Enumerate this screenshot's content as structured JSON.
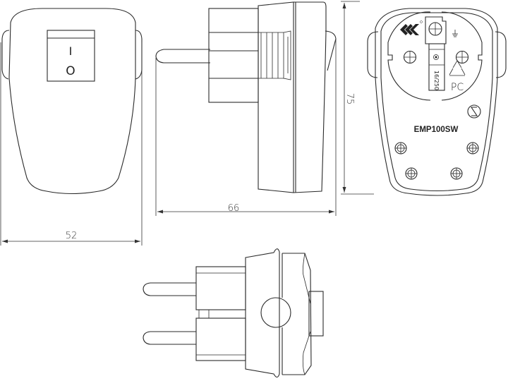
{
  "drawing": {
    "type": "technical drawing - plug with switch",
    "model_label": "EMP100SW",
    "material_label": "PC",
    "switch_symbols": {
      "on": "I",
      "off": "O"
    },
    "mark_symbol": "S",
    "dimensions": {
      "width": "52",
      "depth": "66",
      "height": "75"
    },
    "views": [
      {
        "name": "front-view",
        "description": "switch side"
      },
      {
        "name": "side-view",
        "description": "profile with pin"
      },
      {
        "name": "rear-view",
        "description": "socket face"
      },
      {
        "name": "top-view",
        "description": "top with two pins"
      }
    ]
  }
}
